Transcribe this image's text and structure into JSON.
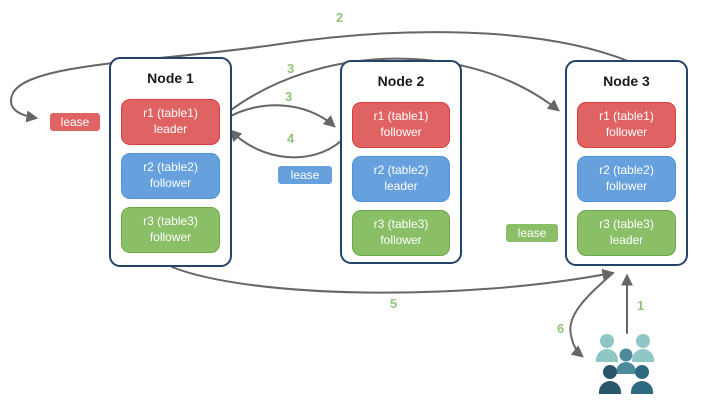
{
  "nodes": [
    {
      "title": "Node 1",
      "replicas": [
        {
          "range": "r1 (table1)",
          "role": "leader",
          "color": "red"
        },
        {
          "range": "r2 (table2)",
          "role": "follower",
          "color": "blue"
        },
        {
          "range": "r3 (table3)",
          "role": "follower",
          "color": "green"
        }
      ]
    },
    {
      "title": "Node 2",
      "replicas": [
        {
          "range": "r1 (table1)",
          "role": "follower",
          "color": "red"
        },
        {
          "range": "r2 (table2)",
          "role": "leader",
          "color": "blue"
        },
        {
          "range": "r3 (table3)",
          "role": "follower",
          "color": "green"
        }
      ]
    },
    {
      "title": "Node 3",
      "replicas": [
        {
          "range": "r1 (table1)",
          "role": "follower",
          "color": "red"
        },
        {
          "range": "r2 (table2)",
          "role": "follower",
          "color": "blue"
        },
        {
          "range": "r3 (table3)",
          "role": "leader",
          "color": "green"
        }
      ]
    }
  ],
  "leases": [
    {
      "label": "lease",
      "color": "red"
    },
    {
      "label": "lease",
      "color": "blue"
    },
    {
      "label": "lease",
      "color": "green"
    }
  ],
  "steps": [
    {
      "label": "1"
    },
    {
      "label": "2"
    },
    {
      "label": "3"
    },
    {
      "label": "3"
    },
    {
      "label": "4"
    },
    {
      "label": "5"
    },
    {
      "label": "6"
    }
  ],
  "clients_icon": "users-group-icon",
  "colors": {
    "red_fill": "#e06363",
    "red_border": "#da3b3b",
    "blue_fill": "#66a1dd",
    "blue_border": "#4f93d6",
    "green_fill": "#8abf68",
    "green_border": "#6ba94a",
    "node_border": "#24456b",
    "node_bg": "#ffffff",
    "arrow": "#666666",
    "step_label": "#93c47d",
    "title_text": "#1a1a1a",
    "people_light": "#8ec7c6",
    "people_medium": "#4d8b9c",
    "people_dark_left": "#29566b",
    "people_dark_right": "#2e6a7f"
  }
}
